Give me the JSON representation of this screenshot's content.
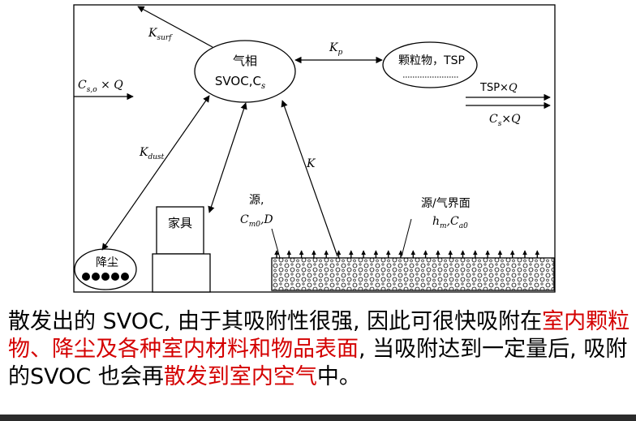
{
  "diagram": {
    "gas_phase": {
      "line1": "气相",
      "line2": "SVOC,C",
      "sub": "s"
    },
    "particles": {
      "label": "颗粒物，TSP"
    },
    "furniture": {
      "label": "家具"
    },
    "dust": {
      "label": "降尘"
    },
    "k_surf": {
      "main": "K",
      "sub": "surf"
    },
    "k_p": {
      "main": "K",
      "sub": "p"
    },
    "k_dust": {
      "main": "K",
      "sub": "dust"
    },
    "k": {
      "main": "K"
    },
    "inflow": {
      "c": "C",
      "sub": "s,o",
      "rest": " × Q"
    },
    "outflow_tsp": {
      "text": "TSP×",
      "q": "Q"
    },
    "outflow_cs": {
      "c": "C",
      "sub": "s",
      "rest": "×",
      "q": "Q"
    },
    "source": {
      "line1": "源,",
      "c": "C",
      "sub": "m0",
      "rest": ",D"
    },
    "interface": {
      "line1": "源/气界面",
      "h": "h",
      "hsub": "m",
      "comma": ",C",
      "csub": "a0"
    }
  },
  "caption": {
    "p1": "散发出的 SVOC, 由于其吸附性很强, 因此可很快吸附在",
    "p2": "室内颗粒物、降尘及各种室内材料和物品表面",
    "p3": ", 当吸附达到一定量后, 吸附的SVOC 也会再",
    "p4": "散发到室内空气",
    "p5": "中。"
  },
  "colors": {
    "highlight": "#d40000",
    "line": "#000000"
  }
}
